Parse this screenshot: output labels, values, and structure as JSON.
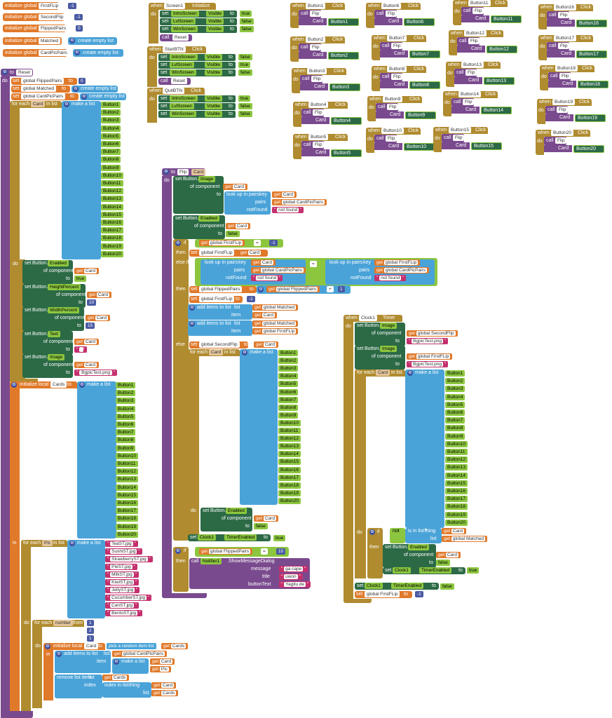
{
  "init_globals": [
    {
      "label": "initialize global",
      "name": "FirstFLip",
      "value": "-1"
    },
    {
      "label": "initialize global",
      "name": "SecondFlip",
      "value": "-1"
    },
    {
      "label": "initialize global",
      "name": "FlippedPairs",
      "value": "0"
    },
    {
      "label": "initialize global",
      "name": "Matched",
      "value": "create empty list"
    },
    {
      "label": "initialize global",
      "name": "CardPicPairs",
      "value": "create empty list"
    }
  ],
  "kw": {
    "to": "to",
    "do": "do",
    "set": "set",
    "get": "get",
    "when": "when",
    "call": "call",
    "in": "in",
    "for_each": "for each",
    "in_list": "in list",
    "make_a_list": "make a list",
    "create_empty_list": "create empty list",
    "of_component": "of component",
    "if": "if",
    "then": "then",
    "else_if": "else if",
    "else": "else",
    "look_up_in_pairs": "look up in pairs",
    "key": "key",
    "pairs": "pairs",
    "notFound": "notFound",
    "not_found": "not found",
    "add_items_to_list": "add items to list",
    "list": "list",
    "item": "item",
    "initialize_local": "initialize local",
    "from": "from",
    "by": "by",
    "pick_random": "pick a random item",
    "remove_list_item": "remove list item",
    "index": "index",
    "index_in_list": "index in list",
    "thing": "thing",
    "is_in_list": "is in list?",
    "not": "not",
    "true": "true",
    "false": "false",
    "click": "Click",
    "initialize": "Initialize",
    "timer": "Timer",
    "visible": "Visible",
    "enabled": "Enabled",
    "image": "Image",
    "text": "Text",
    "height_pct": "HeightPercent",
    "width_pct": "WidthPercent",
    "timer_enabled": "TimerEnabled",
    "show_msg": ".ShowMessageDialog",
    "message": "message",
    "title": "title",
    "buttonText": "buttonText",
    "Card": "Card",
    "Flip": "Flip"
  },
  "reset": {
    "proc": "Reset",
    "set_flipped": "global FlippedPairs",
    "flipped_val": "0",
    "set_matched": "global Matched",
    "set_pairs": "global CardPicPairs",
    "var": "Card",
    "height_val": "10",
    "width_val": "15",
    "text_val": " ",
    "bg_image": "BgpicTest.png",
    "local_cards": "Cards",
    "pic_var": "Pic",
    "pics": [
      "TeaST.jpg",
      "SushiST.jpg",
      "StrawberryST.jpg",
      "PieST.jpg",
      "MilkST.jpg",
      "KiwiST.jpg",
      "JellyST.jpg",
      "CucumberST.jpg",
      "CanST.jpg",
      "BentoST.jpg"
    ],
    "number_var": "number",
    "from": "1",
    "to": "2",
    "by": "1",
    "local_card": "Card"
  },
  "buttons": [
    "Button1",
    "Button2",
    "Button3",
    "Button4",
    "Button5",
    "Button6",
    "Button7",
    "Button8",
    "Button9",
    "Button10",
    "Button11",
    "Button12",
    "Button13",
    "Button14",
    "Button15",
    "Button16",
    "Button17",
    "Button18",
    "Button19",
    "Button20"
  ],
  "screen_init": {
    "event": "Screen1",
    "rows": [
      {
        "comp": "IntroScreen",
        "val": "true"
      },
      {
        "comp": "LvlScreen",
        "val": "false"
      },
      {
        "comp": "WinScreen",
        "val": "false"
      }
    ],
    "reset_call": "Reset"
  },
  "start_btn": {
    "event": "StartBTN",
    "rows": [
      {
        "comp": "IntroScreen",
        "val": "false"
      },
      {
        "comp": "LvlScreen",
        "val": "true"
      },
      {
        "comp": "WinScreen",
        "val": "false"
      }
    ],
    "reset_call": "Reset"
  },
  "quit_btn": {
    "event": "QuitBTN",
    "rows": [
      {
        "comp": "IntroScreen",
        "val": "true"
      },
      {
        "comp": "LvlScreen",
        "val": "false"
      },
      {
        "comp": "WinScreen",
        "val": "false"
      }
    ]
  },
  "flip": {
    "proc": "Flip",
    "param": "Card",
    "gfirst": "global FirstFLip",
    "gsecond": "global SecondFlip",
    "gpairs": "global CardPicPairs",
    "gflipped": "global FlippedPairs",
    "gmatched": "global Matched",
    "neg1": "-1",
    "eq": "=",
    "plus": "+",
    "one": "1",
    "ten": "10",
    "clock": "Clock1",
    "notifier": "Notifier1",
    "msg": "ga cape",
    "msg_title": "uwon",
    "msg_btn": "Yagitu.de"
  },
  "clock_timer": {
    "event": "Clock1",
    "img": "BgpicTest.png",
    "gmatched": "global Matched",
    "neg1": "-1"
  }
}
